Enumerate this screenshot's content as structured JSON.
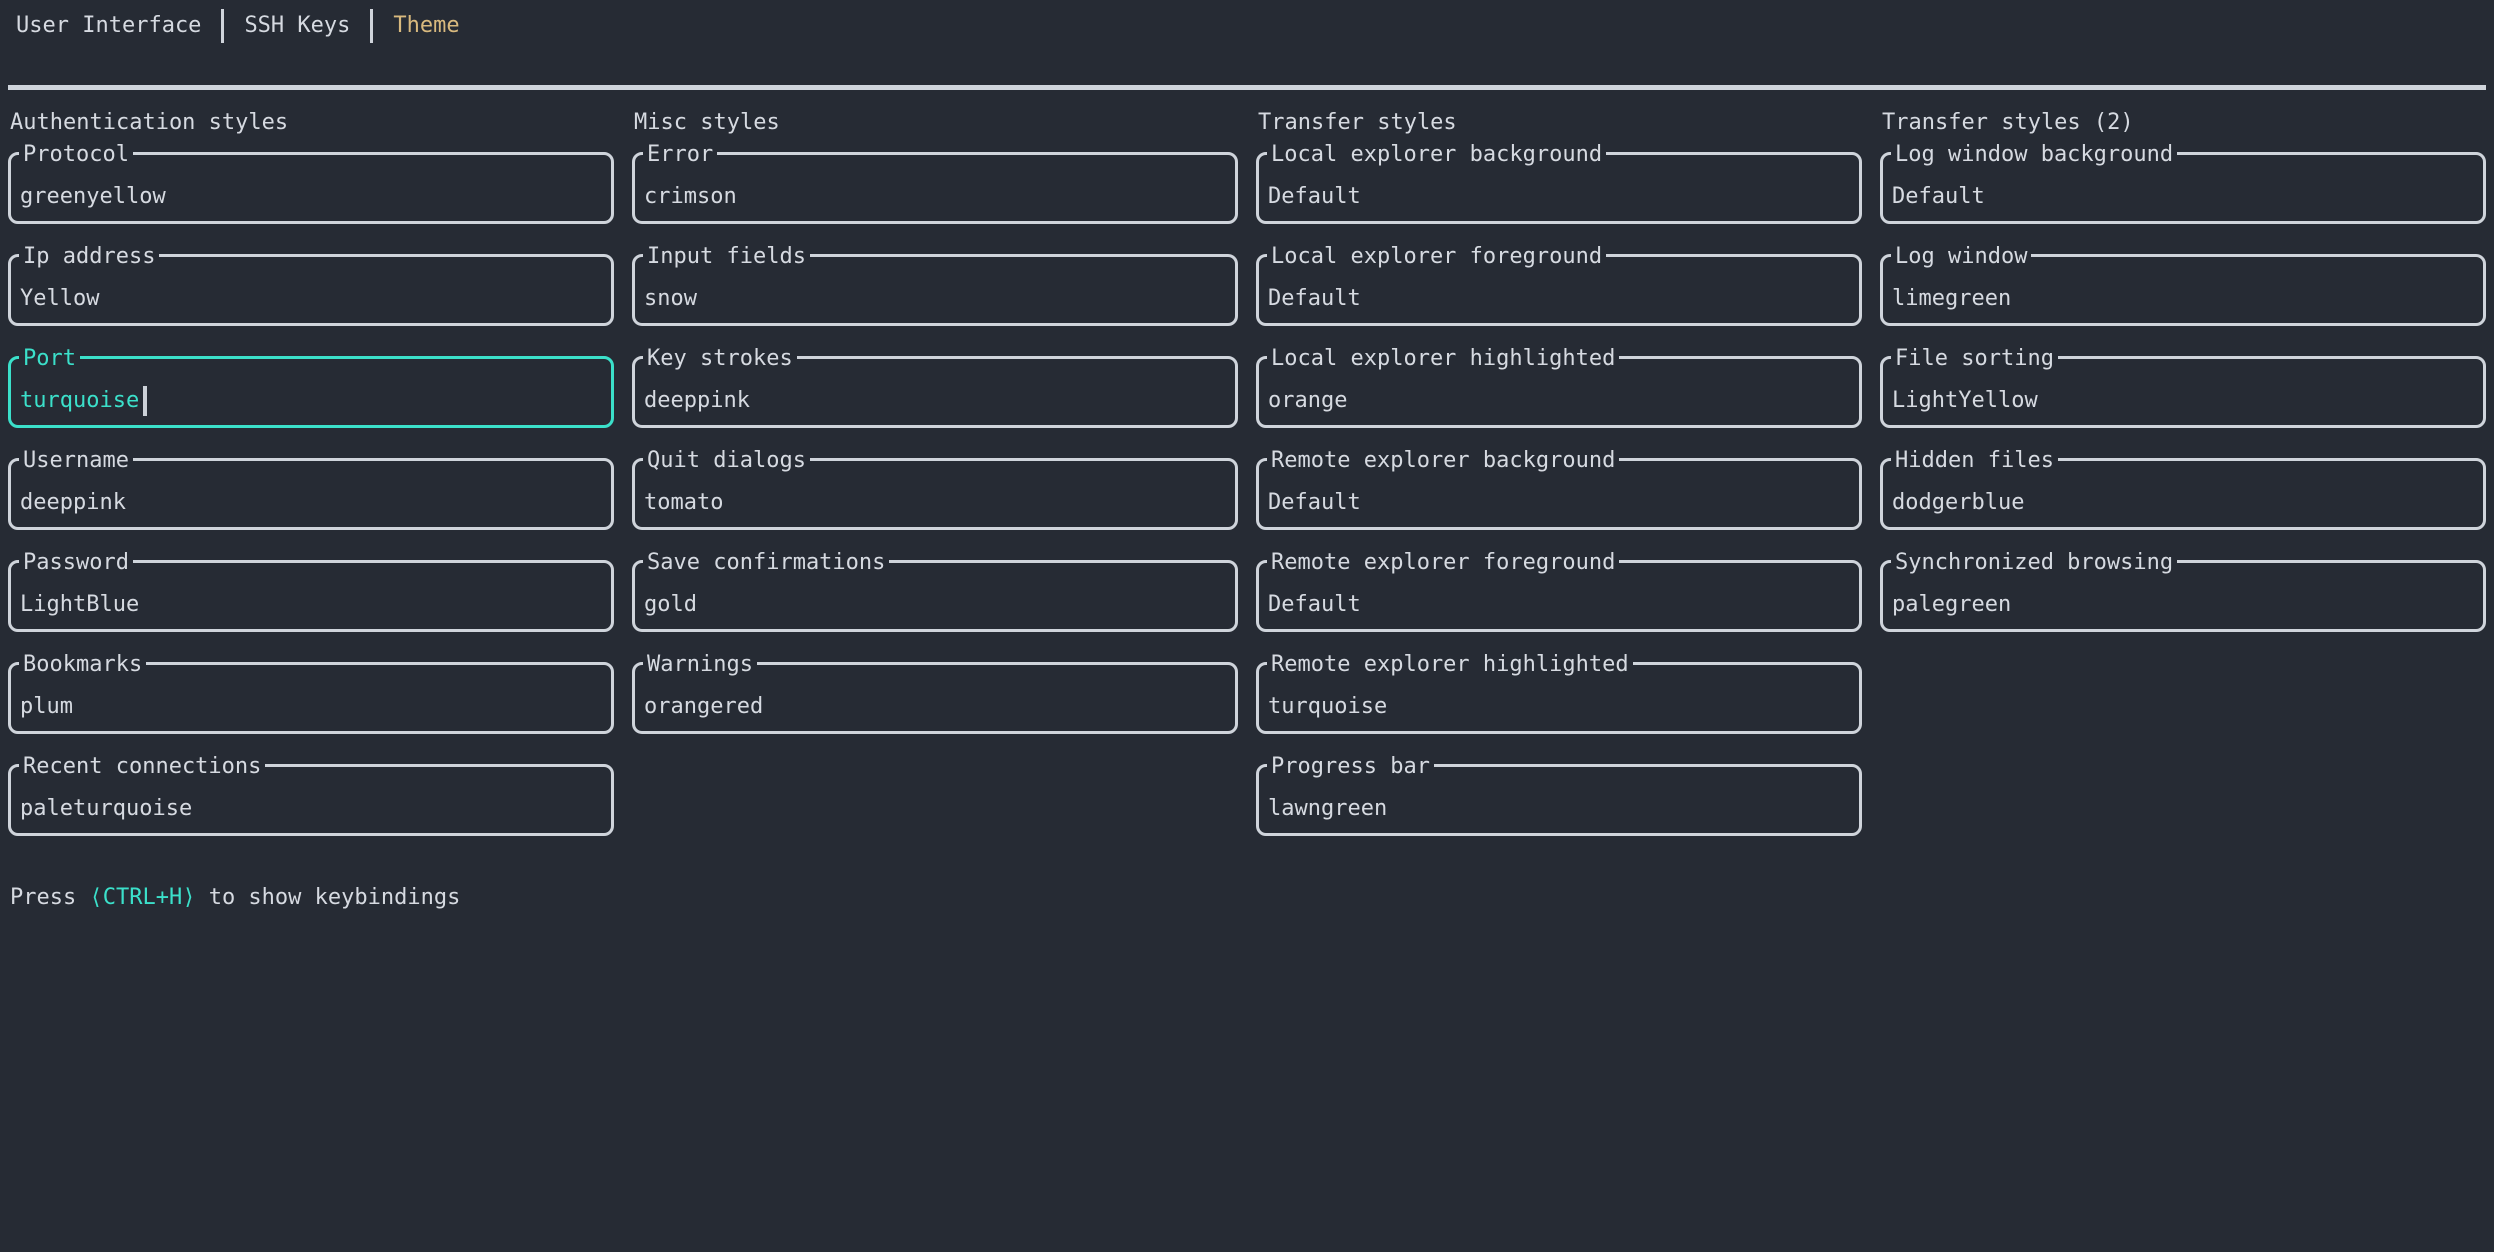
{
  "colors": {
    "background": "#262b34",
    "foreground": "#d6dae1",
    "border": "#cfd4db",
    "accent": "#3be0ca",
    "active_tab": "#d8b97e",
    "cursor": "#ccd1d8"
  },
  "tabs": [
    {
      "label": "User Interface",
      "active": false
    },
    {
      "label": "SSH Keys",
      "active": false
    },
    {
      "label": "Theme",
      "active": true
    }
  ],
  "columns": [
    {
      "title": "Authentication styles",
      "fields": [
        {
          "label": "Protocol",
          "value": "greenyellow",
          "focused": false
        },
        {
          "label": "Ip address",
          "value": "Yellow",
          "focused": false
        },
        {
          "label": "Port",
          "value": "turquoise",
          "focused": true
        },
        {
          "label": "Username",
          "value": "deeppink",
          "focused": false
        },
        {
          "label": "Password",
          "value": "LightBlue",
          "focused": false
        },
        {
          "label": "Bookmarks",
          "value": "plum",
          "focused": false
        },
        {
          "label": "Recent connections",
          "value": "paleturquoise",
          "focused": false
        }
      ]
    },
    {
      "title": "Misc styles",
      "fields": [
        {
          "label": "Error",
          "value": "crimson",
          "focused": false
        },
        {
          "label": "Input fields",
          "value": "snow",
          "focused": false
        },
        {
          "label": "Key strokes",
          "value": "deeppink",
          "focused": false
        },
        {
          "label": "Quit dialogs",
          "value": "tomato",
          "focused": false
        },
        {
          "label": "Save confirmations",
          "value": "gold",
          "focused": false
        },
        {
          "label": "Warnings",
          "value": "orangered",
          "focused": false
        }
      ]
    },
    {
      "title": "Transfer styles",
      "fields": [
        {
          "label": "Local explorer background",
          "value": "Default",
          "focused": false
        },
        {
          "label": "Local explorer foreground",
          "value": "Default",
          "focused": false
        },
        {
          "label": "Local explorer highlighted",
          "value": "orange",
          "focused": false
        },
        {
          "label": "Remote explorer background",
          "value": "Default",
          "focused": false
        },
        {
          "label": "Remote explorer foreground",
          "value": "Default",
          "focused": false
        },
        {
          "label": "Remote explorer highlighted",
          "value": "turquoise",
          "focused": false
        },
        {
          "label": "Progress bar",
          "value": "lawngreen",
          "focused": false
        }
      ]
    },
    {
      "title": "Transfer styles (2)",
      "fields": [
        {
          "label": "Log window background",
          "value": "Default",
          "focused": false
        },
        {
          "label": "Log window",
          "value": "limegreen",
          "focused": false
        },
        {
          "label": "File sorting",
          "value": "LightYellow",
          "focused": false
        },
        {
          "label": "Hidden files",
          "value": "dodgerblue",
          "focused": false
        },
        {
          "label": "Synchronized browsing",
          "value": "palegreen",
          "focused": false
        }
      ]
    }
  ],
  "footer": {
    "prefix": "Press ",
    "key": "⟨CTRL+H⟩",
    "suffix": " to show keybindings"
  }
}
